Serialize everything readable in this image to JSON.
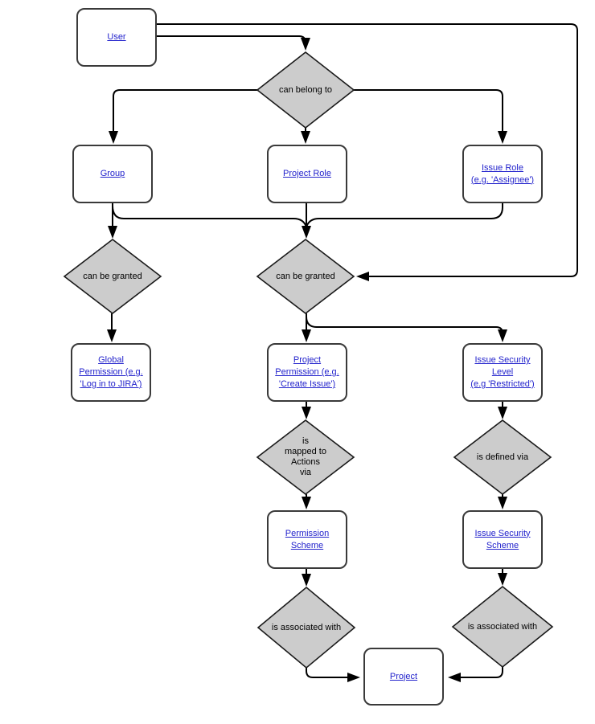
{
  "diagram": {
    "background_color": "#ffffff",
    "link_color": "#2222cc",
    "diamond_fill_color": "#cccccc",
    "boxes": {
      "user": {
        "lines": [
          "User"
        ]
      },
      "group": {
        "lines": [
          "Group"
        ]
      },
      "project_role": {
        "lines": [
          "Project Role"
        ]
      },
      "issue_role": {
        "lines": [
          "Issue Role",
          "(e.g. 'Assignee')"
        ]
      },
      "global_permission": {
        "lines": [
          "Global",
          "Permission (e.g.",
          "'Log in to JIRA')"
        ]
      },
      "project_permission": {
        "lines": [
          "Project",
          "Permission (e.g.",
          "'Create Issue')"
        ]
      },
      "issue_security_level": {
        "lines": [
          "Issue Security",
          "Level",
          "(e.g 'Restricted')"
        ]
      },
      "permission_scheme": {
        "lines": [
          "Permission",
          "Scheme"
        ]
      },
      "issue_security_scheme": {
        "lines": [
          "Issue Security",
          "Scheme"
        ]
      },
      "project": {
        "lines": [
          "Project"
        ]
      }
    },
    "decisions": {
      "can_belong_to": {
        "lines": [
          "can belong to"
        ]
      },
      "can_be_granted_left": {
        "lines": [
          "can be granted"
        ]
      },
      "can_be_granted_mid": {
        "lines": [
          "can be granted"
        ]
      },
      "is_mapped_to_actions_via": {
        "lines": [
          "is",
          "mapped to",
          "Actions",
          "via"
        ]
      },
      "is_defined_via": {
        "lines": [
          "is defined via"
        ]
      },
      "is_associated_with_left": {
        "lines": [
          "is associated with"
        ]
      },
      "is_associated_with_right": {
        "lines": [
          "is associated with"
        ]
      }
    }
  }
}
